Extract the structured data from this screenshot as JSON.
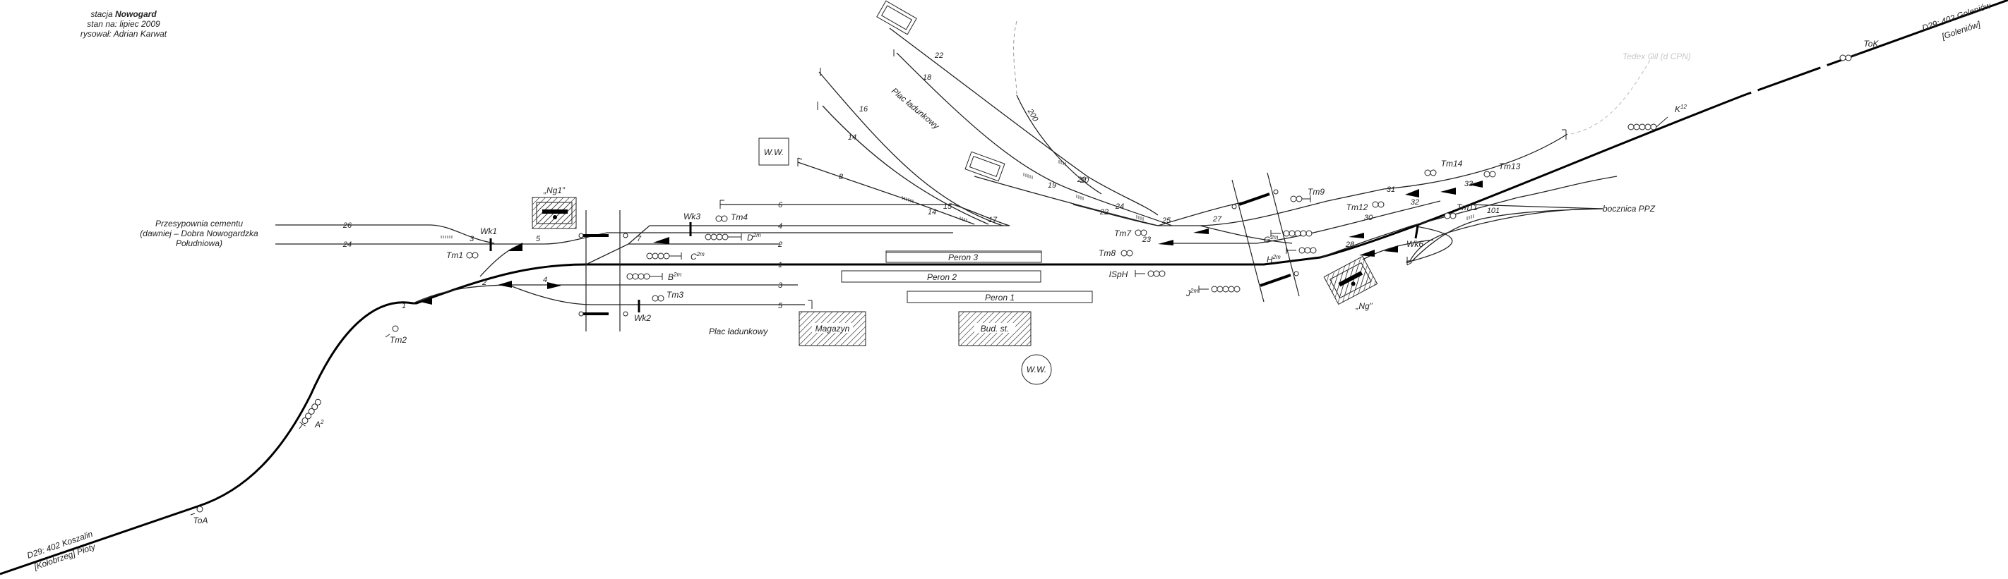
{
  "header": {
    "line1": "stacja",
    "station": "Nowogard",
    "line2": "stan na: lipiec 2009",
    "line3": "rysował: Adrian Karwat"
  },
  "ends": {
    "west_line": "D29: 402 Koszalin",
    "west_sub": "[Kołobrzeg] Płoty",
    "east_line": "D29: 402 Goleniów",
    "east_sub": "[Goleniów]"
  },
  "sidings": {
    "cement": [
      "Przesypownia cementu",
      "(dawniej – Dobra Nowogardzka",
      "Południowa)"
    ],
    "ppz": "bocznica PPZ",
    "tedex": "Tedex Oil (d CPN)",
    "plac_upper": "Plac ładunkowy",
    "plac_lower": "Plac ładunkowy"
  },
  "boxes": {
    "posts": [
      "„Ng1”",
      "„Ng”"
    ],
    "ww": "W.W.",
    "ww_circle": "W.W.",
    "magazyn": "Magazyn",
    "bud": "Bud. st."
  },
  "platforms": [
    "Peron 3",
    "Peron 2",
    "Peron 1"
  ],
  "track_numbers": [
    "26",
    "24",
    "6",
    "4",
    "2",
    "1",
    "3",
    "5",
    "8",
    "14",
    "16",
    "18",
    "22",
    "20",
    "200",
    "31",
    "33",
    "30",
    "32",
    "28",
    "101"
  ],
  "switch_numbers": [
    "1",
    "2",
    "3",
    "4",
    "5",
    "7",
    "15",
    "14",
    "17",
    "19",
    "20",
    "22",
    "24",
    "23",
    "25",
    "27"
  ],
  "signals": [
    "Tm1",
    "Wk1",
    "Tm2",
    "A",
    "ToA",
    "Wk3",
    "Tm4",
    "D",
    "C",
    "B",
    "Tm3",
    "Wk2",
    "Tm7",
    "Tm8",
    "ISpH",
    "J",
    "G",
    "H",
    "Tm9",
    "Tm12",
    "Tm14",
    "Tm13",
    "Tm11",
    "Wk6",
    "K",
    "ToK"
  ],
  "signal_sup": {
    "A": "2",
    "D": "2m",
    "C": "2m",
    "B": "2m",
    "J": "2m",
    "G": "2m",
    "H": "2m",
    "K": "12"
  }
}
